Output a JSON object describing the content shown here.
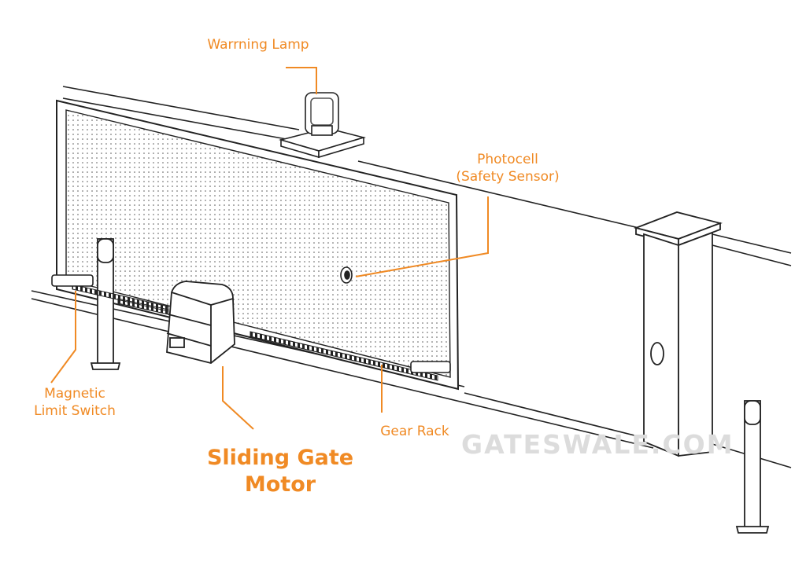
{
  "labels": {
    "warning_lamp": "Warrning Lamp",
    "photocell_line1": "Photocell",
    "photocell_line2": "(Safety Sensor)",
    "limit_switch_line1": "Magnetic",
    "limit_switch_line2": "Limit Switch",
    "gear_rack": "Gear Rack",
    "motor_line1": "Sliding Gate",
    "motor_line2": "Motor"
  },
  "watermark": "GATESWALE.COM",
  "colors": {
    "accent": "#f08a24",
    "line": "#222222",
    "watermark": "#dcdcdc"
  }
}
